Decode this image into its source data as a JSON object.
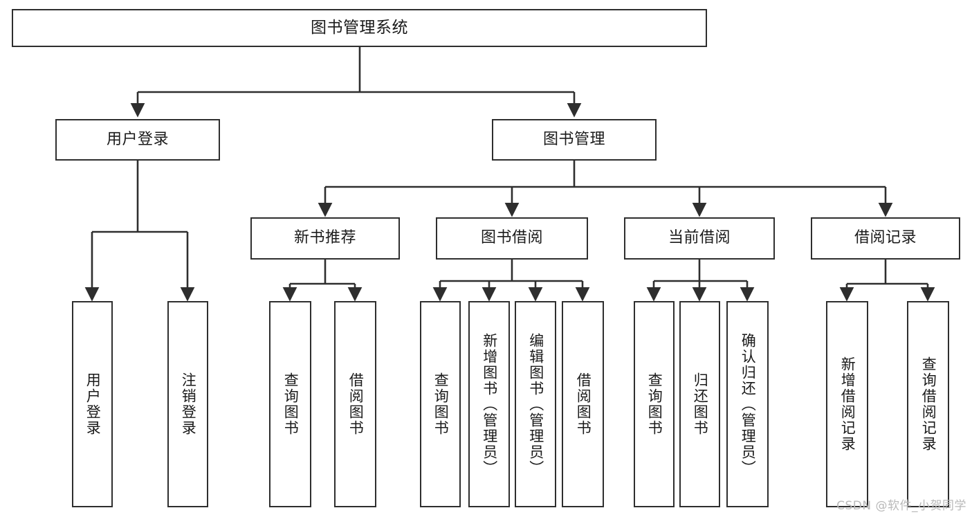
{
  "diagram": {
    "title": "图书管理系统",
    "type": "tree",
    "root": {
      "id": "root",
      "label": "图书管理系统"
    },
    "level1": [
      {
        "id": "user-login",
        "label": "用户登录"
      },
      {
        "id": "book-manage",
        "label": "图书管理"
      }
    ],
    "level2": [
      {
        "id": "new-book-recommend",
        "label": "新书推荐",
        "parent": "book-manage"
      },
      {
        "id": "book-borrow",
        "label": "图书借阅",
        "parent": "book-manage"
      },
      {
        "id": "current-borrow",
        "label": "当前借阅",
        "parent": "book-manage"
      },
      {
        "id": "borrow-record",
        "label": "借阅记录",
        "parent": "book-manage"
      }
    ],
    "leaves": [
      {
        "id": "leaf-user-login",
        "label": "用户登录",
        "parent": "user-login"
      },
      {
        "id": "leaf-logout-login",
        "label": "注销登录",
        "parent": "user-login"
      },
      {
        "id": "leaf-query-book-1",
        "label": "查询图书",
        "parent": "new-book-recommend"
      },
      {
        "id": "leaf-borrow-book-1",
        "label": "借阅图书",
        "parent": "new-book-recommend"
      },
      {
        "id": "leaf-query-book-2",
        "label": "查询图书",
        "parent": "book-borrow"
      },
      {
        "id": "leaf-add-book",
        "label": "新增图书（管理员）",
        "parent": "book-borrow"
      },
      {
        "id": "leaf-edit-book",
        "label": "编辑图书（管理员）",
        "parent": "book-borrow"
      },
      {
        "id": "leaf-borrow-book-2",
        "label": "借阅图书",
        "parent": "book-borrow"
      },
      {
        "id": "leaf-query-book-3",
        "label": "查询图书",
        "parent": "current-borrow"
      },
      {
        "id": "leaf-return-book",
        "label": "归还图书",
        "parent": "current-borrow"
      },
      {
        "id": "leaf-confirm-return",
        "label": "确认归还（管理员）",
        "parent": "current-borrow"
      },
      {
        "id": "leaf-add-record",
        "label": "新增借阅记录",
        "parent": "borrow-record"
      },
      {
        "id": "leaf-query-record",
        "label": "查询借阅记录",
        "parent": "borrow-record"
      }
    ],
    "colors": {
      "stroke": "#2e2e2e",
      "fill": "#ffffff",
      "text": "#1a1a1a",
      "watermark": "#b9b9b9"
    }
  },
  "watermark": {
    "text": "CSDN @软件_小贺同学"
  }
}
